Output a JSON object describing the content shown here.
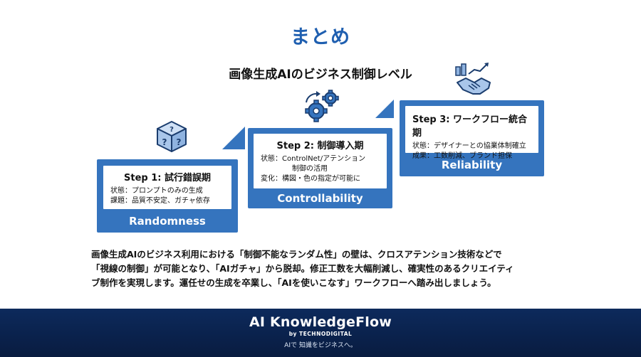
{
  "title": "まとめ",
  "subtitle": "画像生成AIのビジネス制御レベル",
  "steps": [
    {
      "heading": "Step 1: 試行錯誤期",
      "lines": [
        "状態：プロンプトのみの生成",
        "課題：品質不安定、ガチャ依存"
      ],
      "label": "Randomness",
      "icon": "question-cube-icon"
    },
    {
      "heading": "Step 2: 制御導入期",
      "lines": [
        "状態：ControlNet/アテンション",
        "制御の活用",
        "変化：構図・色の指定が可能に"
      ],
      "label": "Controllability",
      "icon": "gears-icon"
    },
    {
      "heading": "Step 3: ワークフロー統合期",
      "lines": [
        "状態：デザイナーとの協業体制確立",
        "成果：工数削減、ブランド担保"
      ],
      "label": "Reliability",
      "icon": "handshake-chart-icon"
    }
  ],
  "body": [
    "画像生成AIのビジネス利用における「制御不能なランダム性」の壁は、クロスアテンション技術などで",
    "「視線の制御」が可能となり、「AIガチャ」から脱却。修正工数を大幅削減し、確実性のあるクリエイティ",
    "ブ制作を実現します。運任せの生成を卒業し、「AIを使いこなす」ワークフローへ踏み出しましょう。"
  ],
  "footer": {
    "brand": "AI KnowledgeFlow",
    "by": "by TECHNODIGITAL",
    "tagline": "AIで 知識をビジネスへ。"
  },
  "colors": {
    "accent": "#1f5fb0",
    "box": "#3574be",
    "footer": "#0d2a5c"
  }
}
